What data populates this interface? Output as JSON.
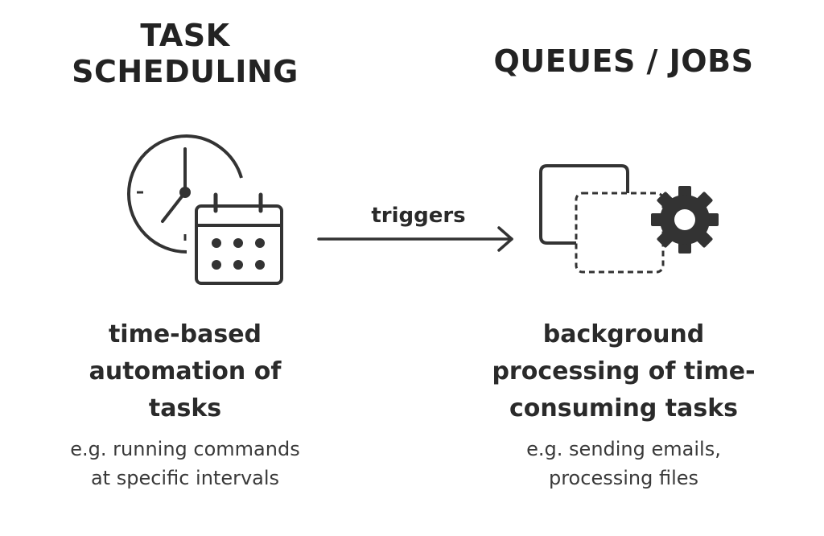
{
  "left": {
    "title_lines": [
      "TASK",
      "SCHEDULING"
    ],
    "description_lines": [
      "time-based",
      "automation of",
      "tasks"
    ],
    "example_lines": [
      "e.g. running commands",
      "at specific intervals"
    ],
    "icons": [
      "clock-icon",
      "calendar-icon"
    ]
  },
  "connector": {
    "label": "triggers",
    "icon": "arrow-right-icon"
  },
  "right": {
    "title_lines": [
      "QUEUES / JOBS"
    ],
    "description_lines": [
      "background",
      "processing of time-",
      "consuming tasks"
    ],
    "example_lines": [
      "e.g. sending emails,",
      "processing files"
    ],
    "icons": [
      "window-stack-icon",
      "gear-icon"
    ]
  },
  "colors": {
    "ink": "#333333",
    "background": "#ffffff"
  }
}
